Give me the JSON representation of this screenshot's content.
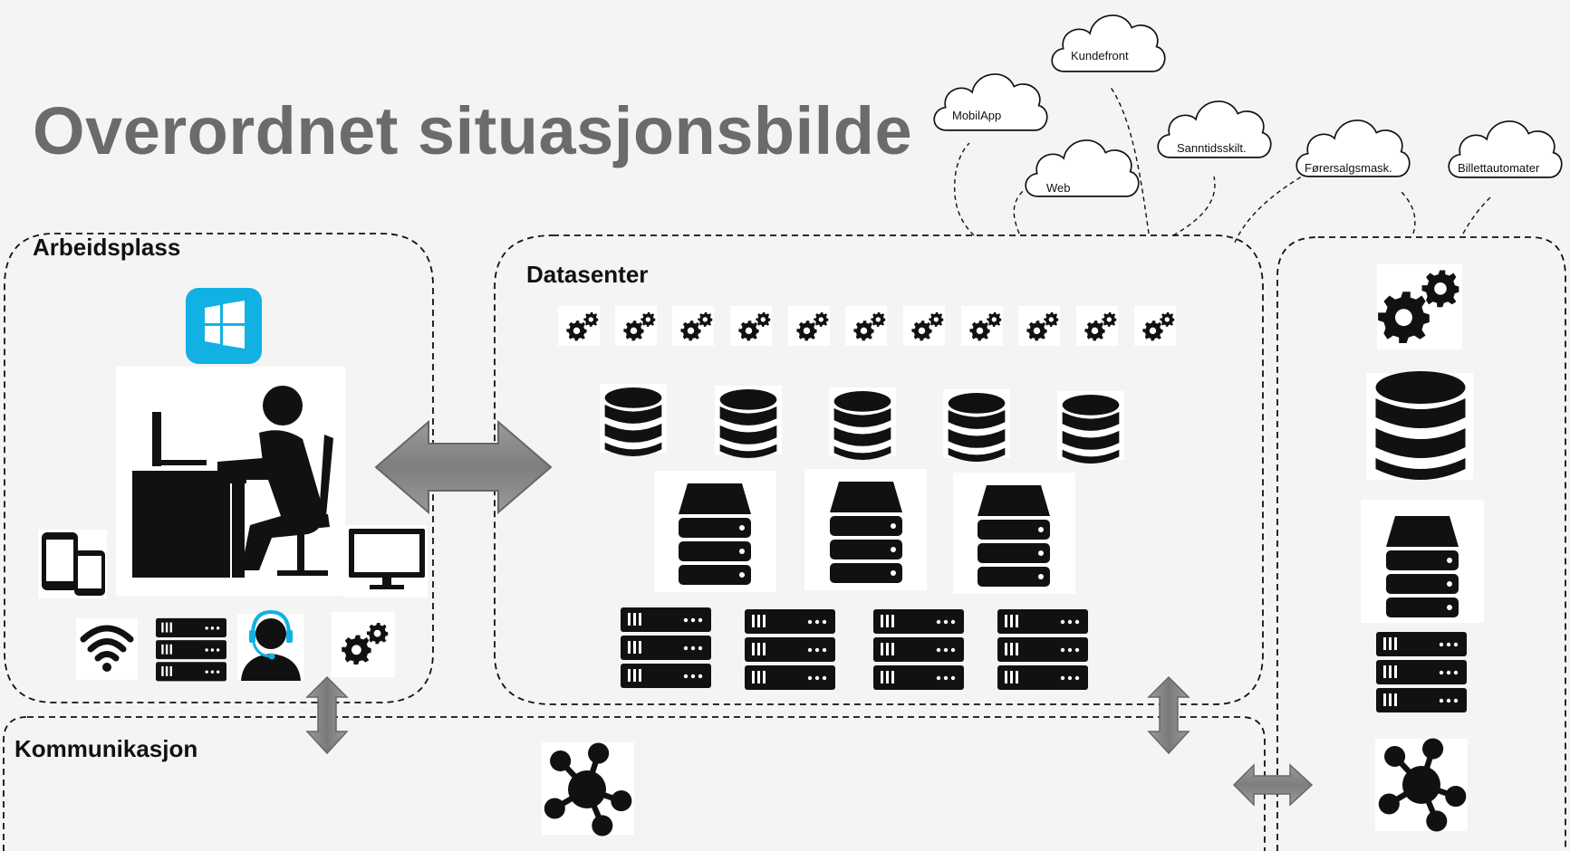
{
  "title": "Overordnet situasjonsbilde",
  "zones": {
    "arbeidsplass": "Arbeidsplass",
    "datasenter": "Datasenter",
    "kommunikasjon": "Kommunikasjon"
  },
  "clouds": [
    {
      "id": "mobilapp",
      "label": "MobilApp"
    },
    {
      "id": "kundefront",
      "label": "Kundefront"
    },
    {
      "id": "web",
      "label": "Web"
    },
    {
      "id": "sanntidsskilt",
      "label": "Sanntidsskilt."
    },
    {
      "id": "forersalgsmask",
      "label": "Førersalgsmask."
    },
    {
      "id": "billettautomater",
      "label": "Billettautomater"
    }
  ],
  "icons": {
    "windows": "windows-logo-icon",
    "workstation": "person-at-computer-icon",
    "mobile": "tablet-phone-icon",
    "monitor": "monitor-icon",
    "wifi": "wifi-icon",
    "rack": "server-rack-icon",
    "support": "support-agent-icon",
    "gears": "gears-icon",
    "database": "database-icon",
    "storage": "storage-server-icon",
    "network": "network-hub-icon"
  },
  "colors": {
    "background": "#f4f4f4",
    "title": "#6b6b6b",
    "icon": "#111111",
    "arrow": "#8a8a8a",
    "windows_tile": "#12b1e3"
  }
}
